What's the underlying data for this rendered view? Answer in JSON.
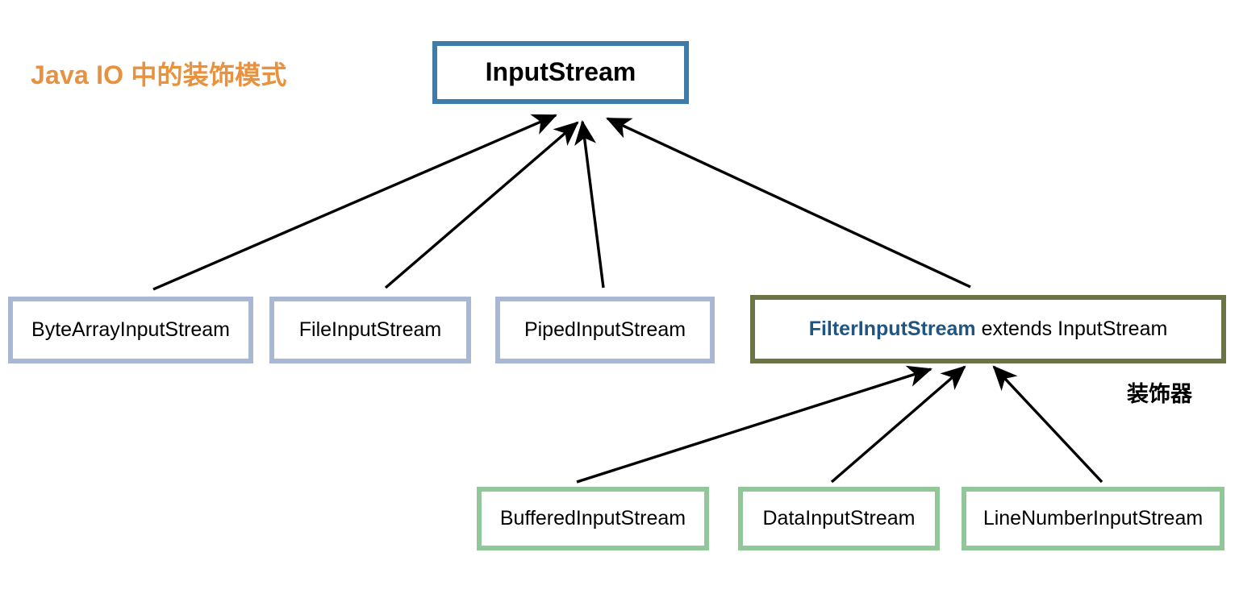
{
  "diagram": {
    "title": "Java IO 中的装饰模式",
    "title_color": "#e8913f",
    "annotation": "装饰器",
    "colors": {
      "root_border": "#3f7ba8",
      "subclass_border": "#a9b8d2",
      "decorator_border": "#6b7444",
      "concrete_decorator_border": "#92c79a",
      "highlight_text": "#1f5582",
      "arrow": "#000000",
      "background": "#ffffff"
    },
    "nodes": {
      "root": {
        "label": "InputStream"
      },
      "subclasses": [
        {
          "label": "ByteArrayInputStream"
        },
        {
          "label": "FileInputStream"
        },
        {
          "label": "PipedInputStream"
        }
      ],
      "decorator_base": {
        "highlight": "FilterInputStream",
        "rest": " extends InputStream"
      },
      "concrete_decorators": [
        {
          "label": "BufferedInputStream"
        },
        {
          "label": "DataInputStream"
        },
        {
          "label": "LineNumberInputStream"
        }
      ]
    }
  }
}
